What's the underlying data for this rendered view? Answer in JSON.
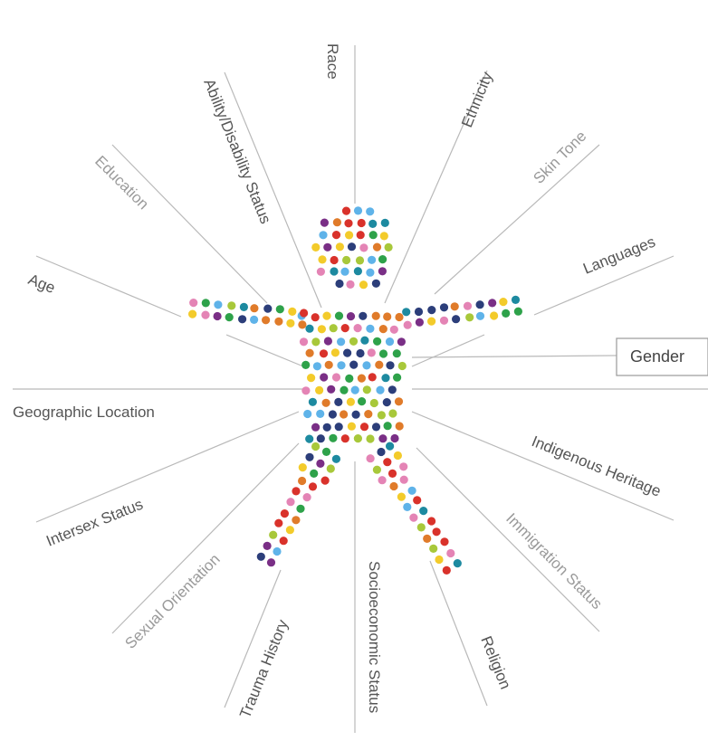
{
  "diagram": {
    "center_label": "Gender",
    "labels": [
      {
        "key": "race",
        "text": "Race",
        "tone": "dark"
      },
      {
        "key": "ethnicity",
        "text": "Ethnicity",
        "tone": "dark"
      },
      {
        "key": "skin_tone",
        "text": "Skin Tone",
        "tone": "light"
      },
      {
        "key": "languages",
        "text": "Languages",
        "tone": "dark"
      },
      {
        "key": "ability",
        "text": "Ability/Disability Status",
        "tone": "dark"
      },
      {
        "key": "education",
        "text": "Education",
        "tone": "light"
      },
      {
        "key": "age",
        "text": "Age",
        "tone": "dark"
      },
      {
        "key": "geographic",
        "text": "Geographic Location",
        "tone": "dark"
      },
      {
        "key": "indigenous",
        "text": "Indigenous Heritage",
        "tone": "dark"
      },
      {
        "key": "intersex",
        "text": "Intersex Status",
        "tone": "dark"
      },
      {
        "key": "immigration",
        "text": "Immigration Status",
        "tone": "light"
      },
      {
        "key": "sexual_orientation",
        "text": "Sexual Orientation",
        "tone": "light"
      },
      {
        "key": "trauma",
        "text": "Trauma History",
        "tone": "dark"
      },
      {
        "key": "socioeconomic",
        "text": "Socioeconomic Status",
        "tone": "dark"
      },
      {
        "key": "religion",
        "text": "Religion",
        "tone": "dark"
      }
    ],
    "dot_colors": [
      "#2c3e7a",
      "#d9322b",
      "#f3cb2b",
      "#2ea24a",
      "#e07b2a",
      "#5fb3e9",
      "#e484b5",
      "#7a2f86",
      "#a8c83a",
      "#1d8aa0"
    ]
  }
}
